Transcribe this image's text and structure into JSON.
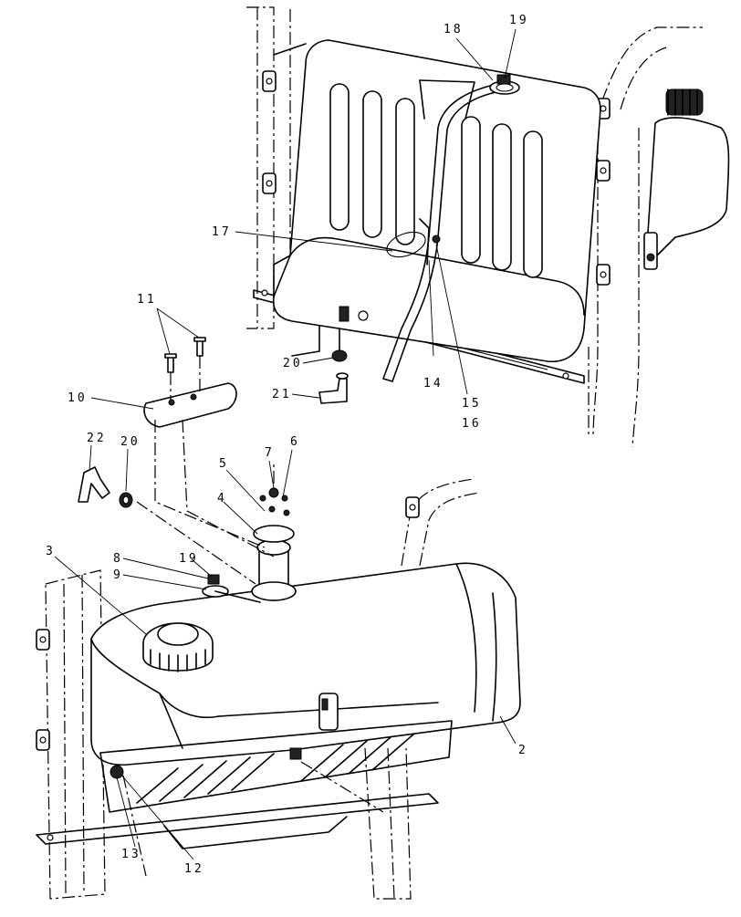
{
  "callouts": [
    {
      "id": "c18",
      "text": "18"
    },
    {
      "id": "c19a",
      "text": "19"
    },
    {
      "id": "c17",
      "text": "17"
    },
    {
      "id": "c14",
      "text": "14"
    },
    {
      "id": "c15",
      "text": "15"
    },
    {
      "id": "c16",
      "text": "16"
    },
    {
      "id": "c11",
      "text": "11"
    },
    {
      "id": "c20a",
      "text": "20"
    },
    {
      "id": "c21",
      "text": "21"
    },
    {
      "id": "c10",
      "text": "10"
    },
    {
      "id": "c22",
      "text": "22"
    },
    {
      "id": "c20b",
      "text": "20"
    },
    {
      "id": "c7",
      "text": "7"
    },
    {
      "id": "c6",
      "text": "6"
    },
    {
      "id": "c5",
      "text": "5"
    },
    {
      "id": "c4",
      "text": "4"
    },
    {
      "id": "c3",
      "text": "3"
    },
    {
      "id": "c8",
      "text": "8"
    },
    {
      "id": "c9",
      "text": "9"
    },
    {
      "id": "c19b",
      "text": "19"
    },
    {
      "id": "c2",
      "text": "2"
    },
    {
      "id": "c13",
      "text": "13"
    },
    {
      "id": "c12",
      "text": "12"
    }
  ]
}
